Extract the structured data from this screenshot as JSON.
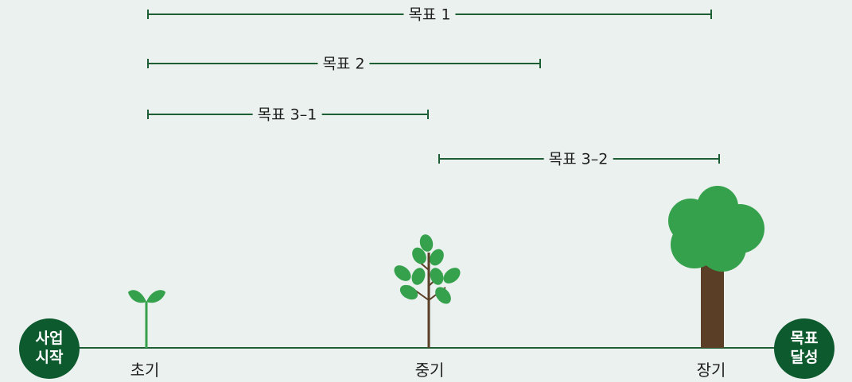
{
  "goals": [
    {
      "label": "목표 1"
    },
    {
      "label": "목표 2"
    },
    {
      "label": "목표 3–1"
    },
    {
      "label": "목표 3–2"
    }
  ],
  "stages": [
    {
      "label": "초기",
      "icon": "sprout-icon"
    },
    {
      "label": "중기",
      "icon": "sapling-icon"
    },
    {
      "label": "장기",
      "icon": "tree-icon"
    }
  ],
  "start": {
    "line1": "사업",
    "line2": "시작"
  },
  "end": {
    "line1": "목표",
    "line2": "달성"
  },
  "colors": {
    "background": "#ebf1ee",
    "dark_green": "#0d5a2e",
    "line_green": "#1e5e34",
    "leaf_green": "#35a14c",
    "trunk_brown": "#5a3e26"
  }
}
